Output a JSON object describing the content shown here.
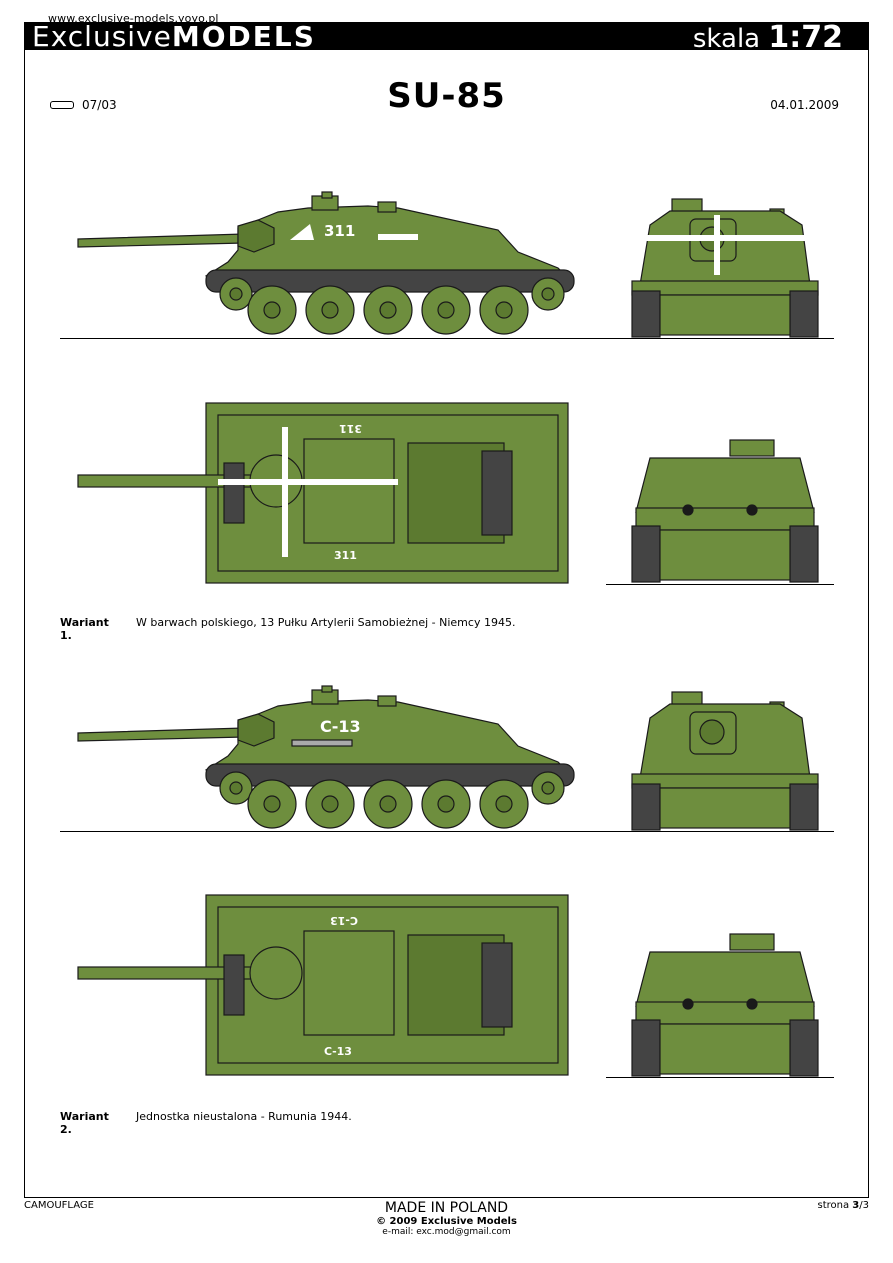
{
  "header": {
    "url": "www.exclusive-models.yoyo.pl",
    "brand_light": "Exclusive",
    "brand_bold": "MODELS",
    "scale_label": "skala",
    "scale_value": "1:72"
  },
  "sheet": {
    "number": "07/03",
    "title": "SU-85",
    "date": "04.01.2009"
  },
  "variants": [
    {
      "label": "Wariant 1.",
      "description": "W barwach polskiego, 13 Pułku Artylerii Samobieżnej - Niemcy 1945.",
      "marking": "311"
    },
    {
      "label": "Wariant 2.",
      "description": "Jednostka nieustalona - Rumunia 1944.",
      "marking": "С-13"
    }
  ],
  "colors": {
    "olive": "#6e8e3e",
    "olive_dark": "#5c7a30",
    "line": "#1a1a1a",
    "track": "#444444",
    "white": "#ffffff"
  },
  "footer": {
    "left": "CAMOUFLAGE",
    "made": "MADE IN POLAND",
    "copyright": "© 2009 Exclusive Models",
    "email": "e-mail: exc.mod@gmail.com",
    "page_prefix": "strona ",
    "page_current": "3",
    "page_total": "/3"
  }
}
